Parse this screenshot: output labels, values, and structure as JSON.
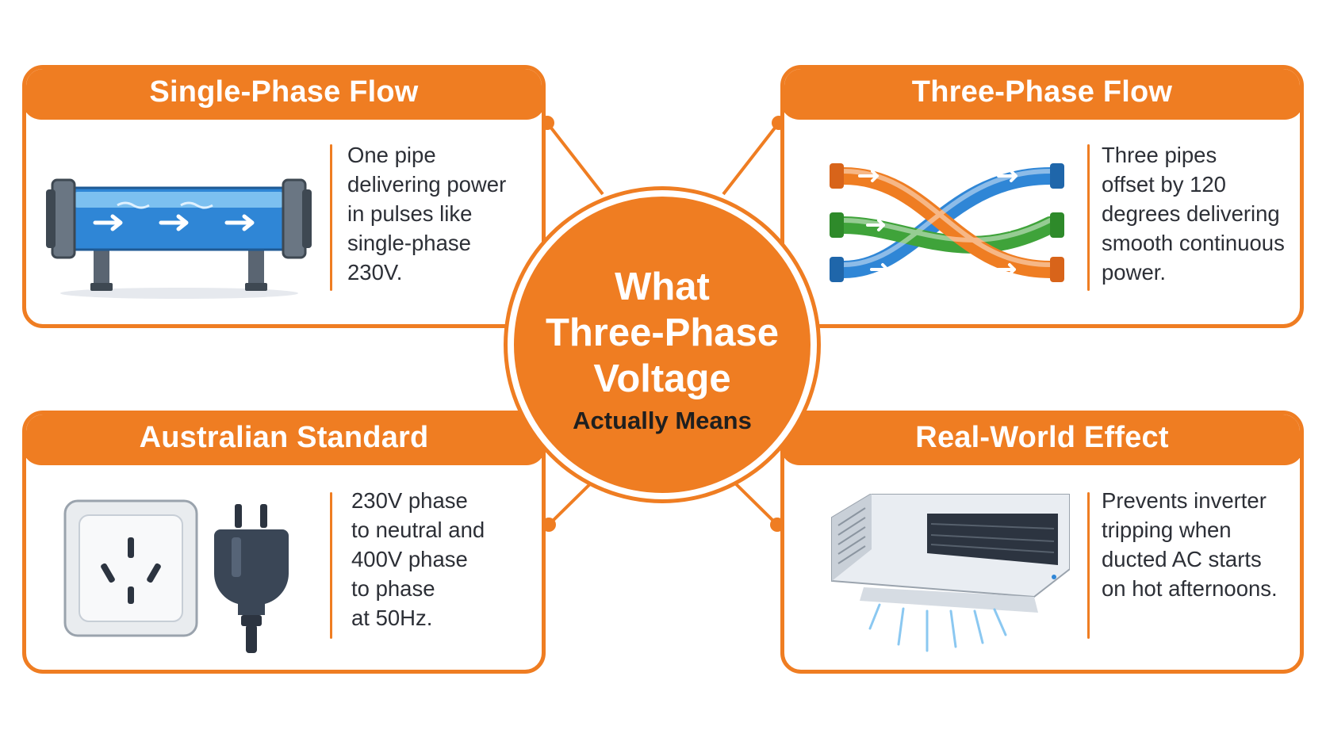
{
  "center": {
    "title": "What\nThree-Phase\nVoltage",
    "subtitle": "Actually Means"
  },
  "cards": {
    "single_phase": {
      "title": "Single-Phase Flow",
      "text": "One pipe\ndelivering power\nin pulses like\nsingle-phase\n230V.",
      "icon": "single-pipe-icon"
    },
    "three_phase": {
      "title": "Three-Phase Flow",
      "text": "Three pipes\noffset by 120\ndegrees delivering\nsmooth continuous\npower.",
      "icon": "three-pipes-icon"
    },
    "australian_standard": {
      "title": "Australian Standard",
      "text": "230V phase\nto neutral and\n400V phase\nto phase\nat 50Hz.",
      "icon": "power-outlet-and-plug-icon"
    },
    "real_world": {
      "title": "Real-World Effect",
      "text": "Prevents inverter\ntripping when\nducted AC starts\non hot afternoons.",
      "icon": "ducted-air-conditioner-icon"
    }
  },
  "colors": {
    "accent": "#ef7d22",
    "text": "#2c2f36",
    "pipe_blue": "#2f86d6",
    "pipe_orange": "#ef7d22",
    "pipe_green": "#3fa33a"
  }
}
